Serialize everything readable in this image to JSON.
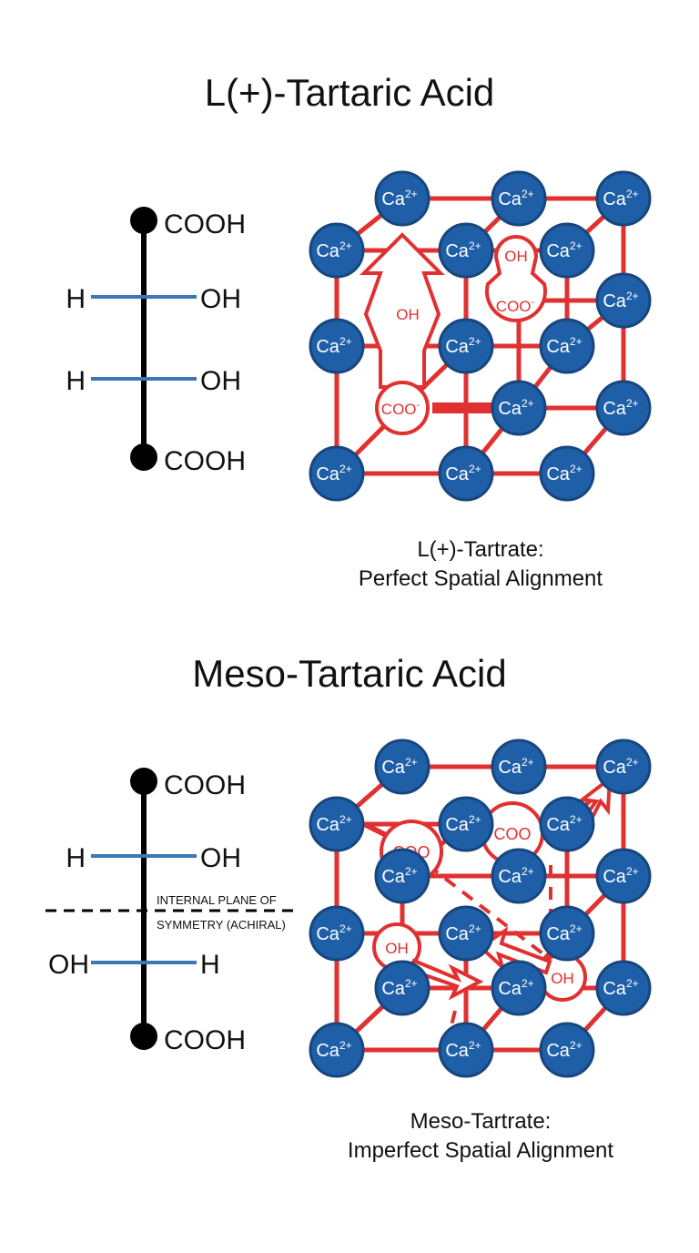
{
  "sections": [
    {
      "title": "L(+)-Tartaric Acid",
      "fischer": {
        "top": "COOH",
        "row1_left": "H",
        "row1_right": "OH",
        "row2_left": "H",
        "row2_right": "OH",
        "bottom": "COOH"
      },
      "lattice": {
        "ion_label": "Ca",
        "ion_charge": "2+",
        "group1": [
          "OH",
          "COO",
          "-"
        ],
        "group2": [
          "OH",
          "COO",
          "-"
        ]
      },
      "caption_line1": "L(+)-Tartrate:",
      "caption_line2": "Perfect Spatial Alignment"
    },
    {
      "title": "Meso-Tartaric Acid",
      "fischer": {
        "top": "COOH",
        "row1_left": "H",
        "row1_right": "OH",
        "row2_left": "OH",
        "row2_right": "H",
        "bottom": "COOH",
        "plane_line1": "INTERNAL PLANE OF",
        "plane_line2": "SYMMETRY (ACHIRAL)"
      },
      "lattice": {
        "ion_label": "Ca",
        "ion_charge": "2+",
        "groups": [
          "COO",
          "COO",
          "OH",
          "OH"
        ]
      },
      "caption_line1": "Meso-Tartrate:",
      "caption_line2": "Imperfect Spatial Alignment"
    }
  ],
  "colors": {
    "ion_fill": "#1f5fa8",
    "ion_stroke": "#17467d",
    "bond": "#e03030",
    "fischer_bond": "#3a78b5",
    "backbone": "#000000"
  }
}
